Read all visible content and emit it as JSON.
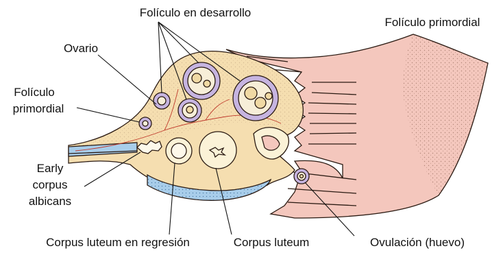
{
  "labels": {
    "developing_follicle": "Folículo en desarrollo",
    "primordial_follicle_top": "Folículo primordial",
    "ovary": "Ovario",
    "primordial_follicle_left_line1": "Folículo",
    "primordial_follicle_left_line2": "primordial",
    "early_corpus_line1": "Early",
    "early_corpus_line2": "corpus",
    "early_corpus_line3": "albicans",
    "corpus_luteum_regression": "Corpus luteum en regresión",
    "corpus_luteum": "Corpus luteum",
    "ovulation": "Ovulación (huevo)"
  },
  "colors": {
    "ovary_fill": "#f5deb0",
    "tube_fill": "#f4c7bd",
    "follicle_fill": "#c6b4e0",
    "medulla_blue": "#a8cdea",
    "outline": "#2a1a12"
  }
}
